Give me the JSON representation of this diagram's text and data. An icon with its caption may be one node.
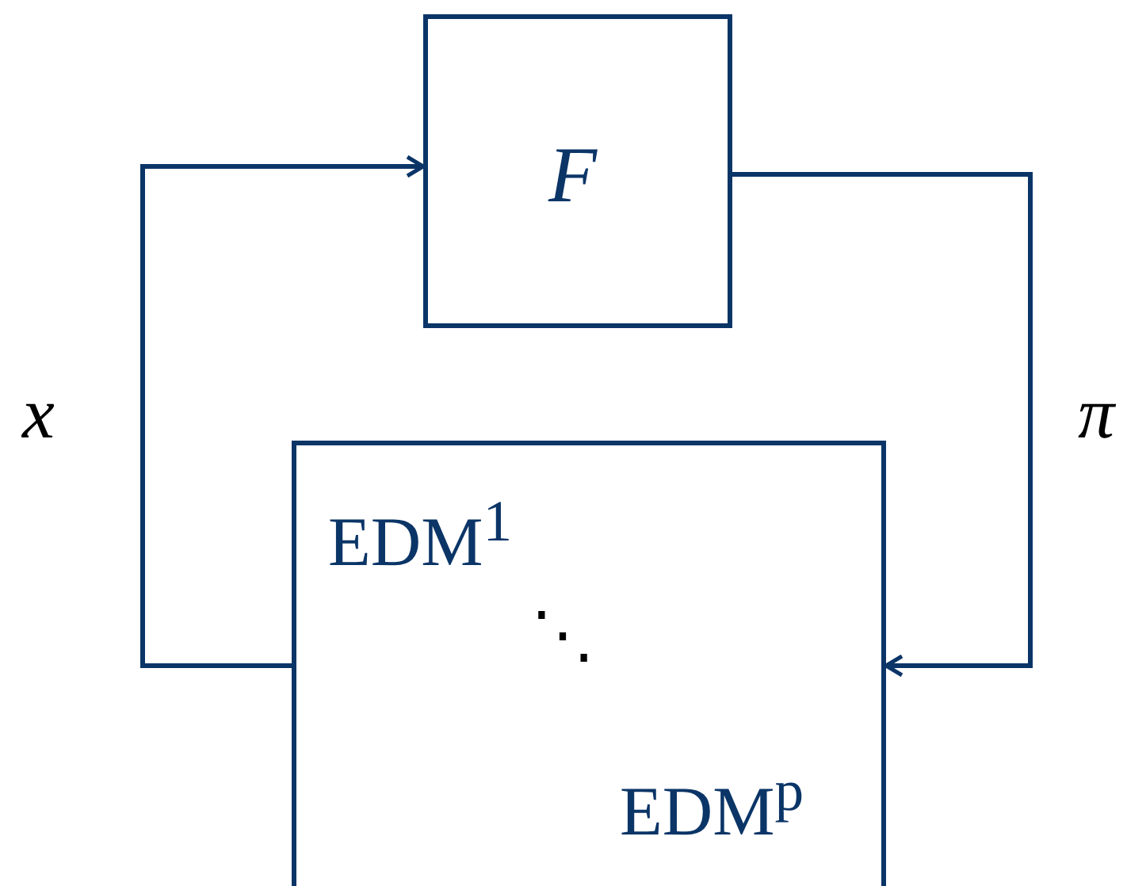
{
  "diagram": {
    "nodes": [
      {
        "text": [
          "F"
        ]
      },
      {
        "text": [
          "EDM$^{1}$",
          "⋱",
          "EDM$^{p}$"
        ]
      }
    ],
    "edges": [
      {
        "from": 1,
        "to": 0,
        "arrow": "to",
        "label": "x"
      },
      {
        "from": 0,
        "to": 1,
        "arrow": "to",
        "label": "π"
      }
    ]
  }
}
